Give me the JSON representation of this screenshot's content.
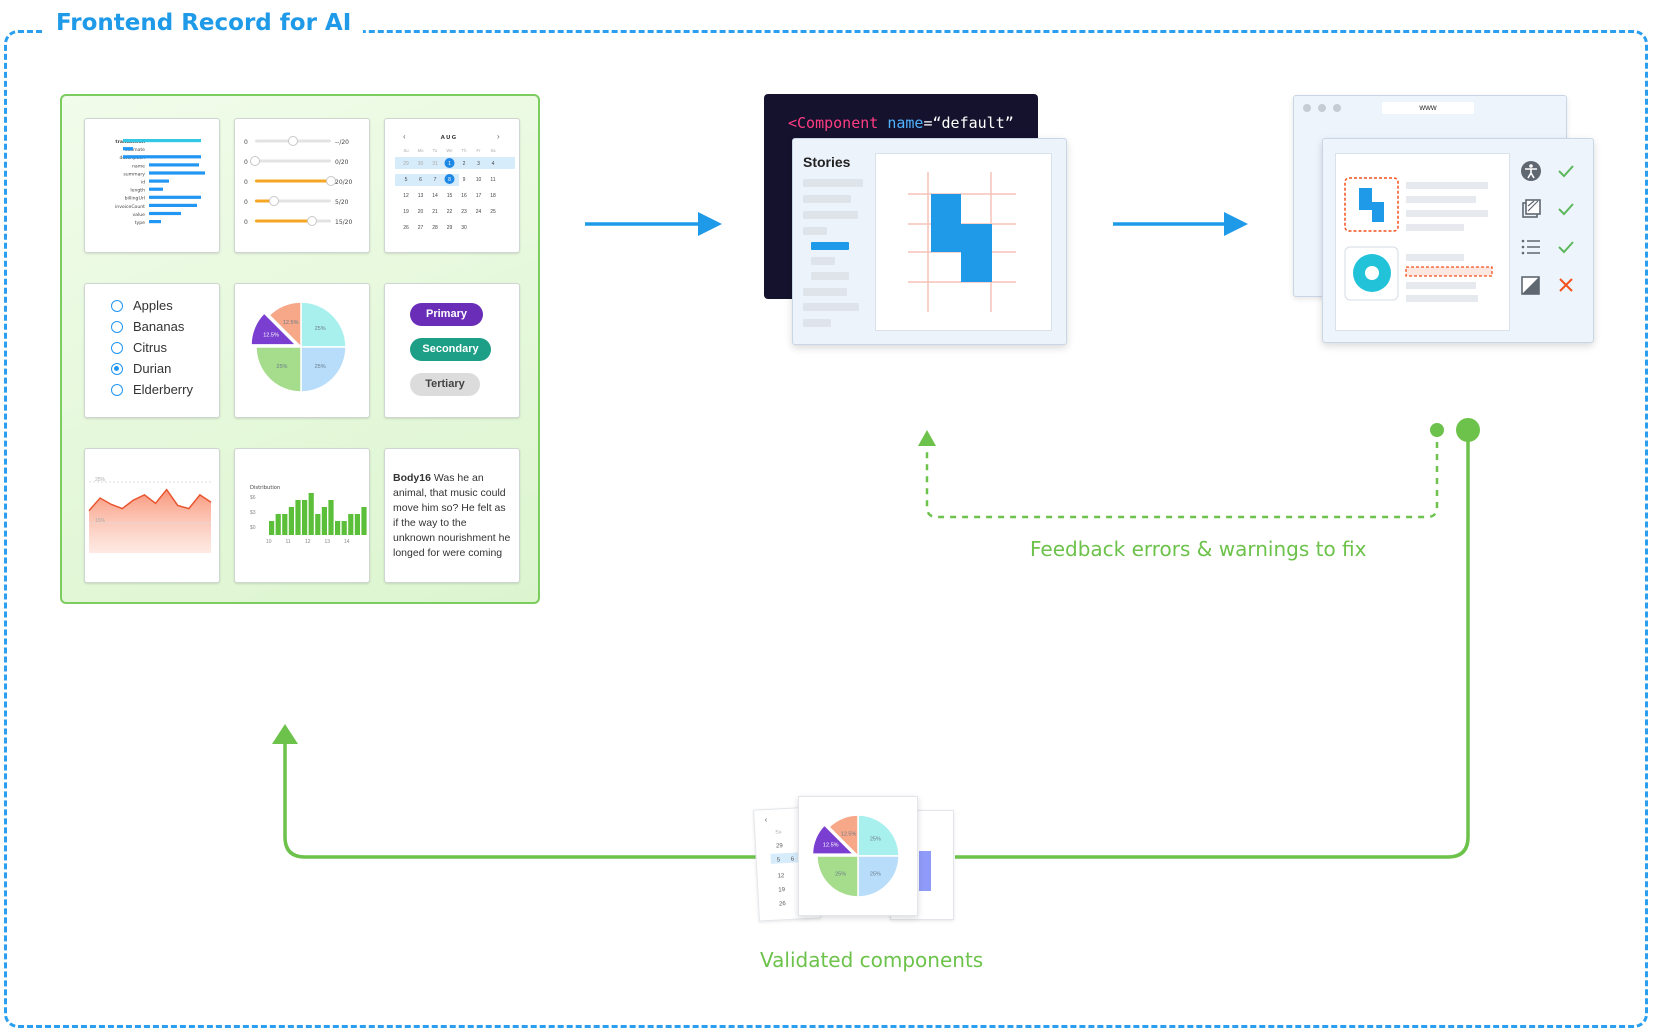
{
  "title": "Frontend Record for AI",
  "colors": {
    "frame_blue": "#2a9fef",
    "arrow_blue": "#1e9ae8",
    "loop_green": "#6cc24a",
    "panel_green": "#7ccd5f",
    "primary_purple": "#6a2db8",
    "secondary_teal": "#1d9e86",
    "tertiary_gray": "#dcdcdc",
    "error_red": "#f4511e",
    "check_green": "#5cb85c"
  },
  "labels": {
    "feedback": "Feedback errors & warnings to fix",
    "validated": "Validated components"
  },
  "code": {
    "line1_tag": "<Component",
    "line1_attr": "name",
    "line1_value": "=“default”"
  },
  "stories": {
    "title": "Stories"
  },
  "browser": {
    "url": "www"
  },
  "checks": [
    {
      "icon": "accessibility-icon",
      "status": "pass"
    },
    {
      "icon": "layers-icon",
      "status": "pass"
    },
    {
      "icon": "list-icon",
      "status": "pass"
    },
    {
      "icon": "contrast-icon",
      "status": "fail"
    }
  ],
  "components": {
    "bar_list": {
      "labels": [
        "transaction",
        "estimate",
        "description",
        "name",
        "summary",
        "id",
        "length",
        "billingUrl",
        "invoiceCount",
        "value",
        "type"
      ]
    },
    "sliders": {
      "min_label": "0",
      "values": [
        "--/20",
        "0/20",
        "20/20",
        "5/20",
        "15/20"
      ],
      "fractions": [
        0.5,
        0.0,
        1.0,
        0.25,
        0.75
      ]
    },
    "calendar": {
      "month": "AUG",
      "weekdays": [
        "Su",
        "Mo",
        "Tu",
        "We",
        "Th",
        "Fr",
        "Sa"
      ],
      "weeks": [
        [
          "29",
          "30",
          "31",
          "1",
          "2",
          "3",
          "4"
        ],
        [
          "5",
          "6",
          "7",
          "8",
          "9",
          "10",
          "11"
        ],
        [
          "12",
          "13",
          "14",
          "15",
          "16",
          "17",
          "18"
        ],
        [
          "19",
          "20",
          "21",
          "22",
          "23",
          "24",
          "25"
        ],
        [
          "26",
          "27",
          "28",
          "29",
          "30",
          "",
          ""
        ]
      ]
    },
    "radio": {
      "options": [
        "Apples",
        "Bananas",
        "Citrus",
        "Durian",
        "Elderberry"
      ],
      "selected": "Durian"
    },
    "buttons": {
      "primary": "Primary",
      "secondary": "Secondary",
      "tertiary": "Tertiary"
    },
    "area_chart": {
      "labels": [
        "25%",
        "15%"
      ]
    },
    "bar_chart": {
      "title": "Distribution",
      "y_labels": [
        "$6",
        "$3",
        "$0"
      ],
      "x_labels": [
        "10",
        "11",
        "12",
        "13",
        "14"
      ]
    },
    "body_text": {
      "label": "Body16",
      "text": "Was he an animal, that music could move him so? He felt as if the way to the unknown nourishment he longed for were coming"
    }
  },
  "chart_data": [
    {
      "type": "pie",
      "values": [
        25,
        25,
        25,
        12.5,
        12.5
      ],
      "labels": [
        "25%",
        "25%",
        "25%",
        "12.5%",
        "12.5%"
      ]
    },
    {
      "type": "area",
      "series": [
        {
          "values": [
            40,
            52,
            46,
            42,
            50,
            55,
            47,
            60,
            45,
            42,
            55,
            48
          ]
        }
      ]
    },
    {
      "type": "bar",
      "title": "Distribution",
      "categories": [
        "10",
        "11",
        "12",
        "13",
        "14"
      ],
      "values": [
        2,
        3,
        3,
        4,
        5,
        5,
        6,
        3,
        4,
        5,
        2,
        2,
        3,
        3,
        4
      ]
    }
  ]
}
